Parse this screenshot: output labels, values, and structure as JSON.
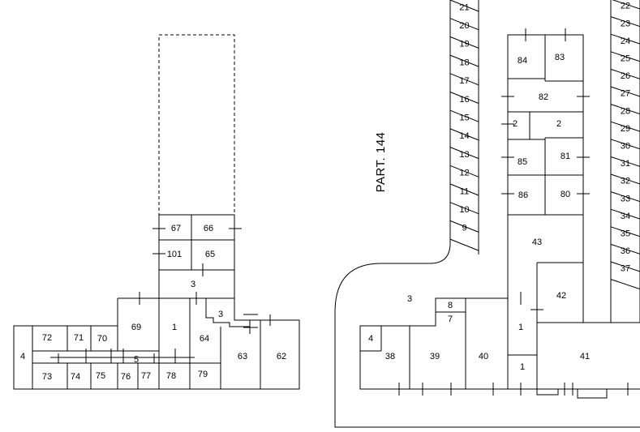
{
  "plan": {
    "parcel_label": "PART. 144",
    "left_block": {
      "rooms": [
        "67",
        "66",
        "101",
        "65",
        "3",
        "69",
        "1",
        "64",
        "3",
        "72",
        "71",
        "70",
        "4",
        "5",
        "63",
        "62",
        "73",
        "74",
        "75",
        "76",
        "77",
        "78",
        "79"
      ]
    },
    "right_block": {
      "rooms": [
        "84",
        "83",
        "82",
        "2",
        "2",
        "85",
        "81",
        "86",
        "80",
        "43",
        "42",
        "3",
        "8",
        "7",
        "1",
        "4",
        "38",
        "39",
        "40",
        "41",
        "1"
      ]
    },
    "left_parking": [
      "21",
      "20",
      "19",
      "18",
      "17",
      "16",
      "15",
      "14",
      "13",
      "12",
      "11",
      "10",
      "9"
    ],
    "right_parking": [
      "22",
      "23",
      "24",
      "25",
      "26",
      "27",
      "28",
      "29",
      "30",
      "31",
      "32",
      "33",
      "34",
      "35",
      "36",
      "37"
    ]
  }
}
